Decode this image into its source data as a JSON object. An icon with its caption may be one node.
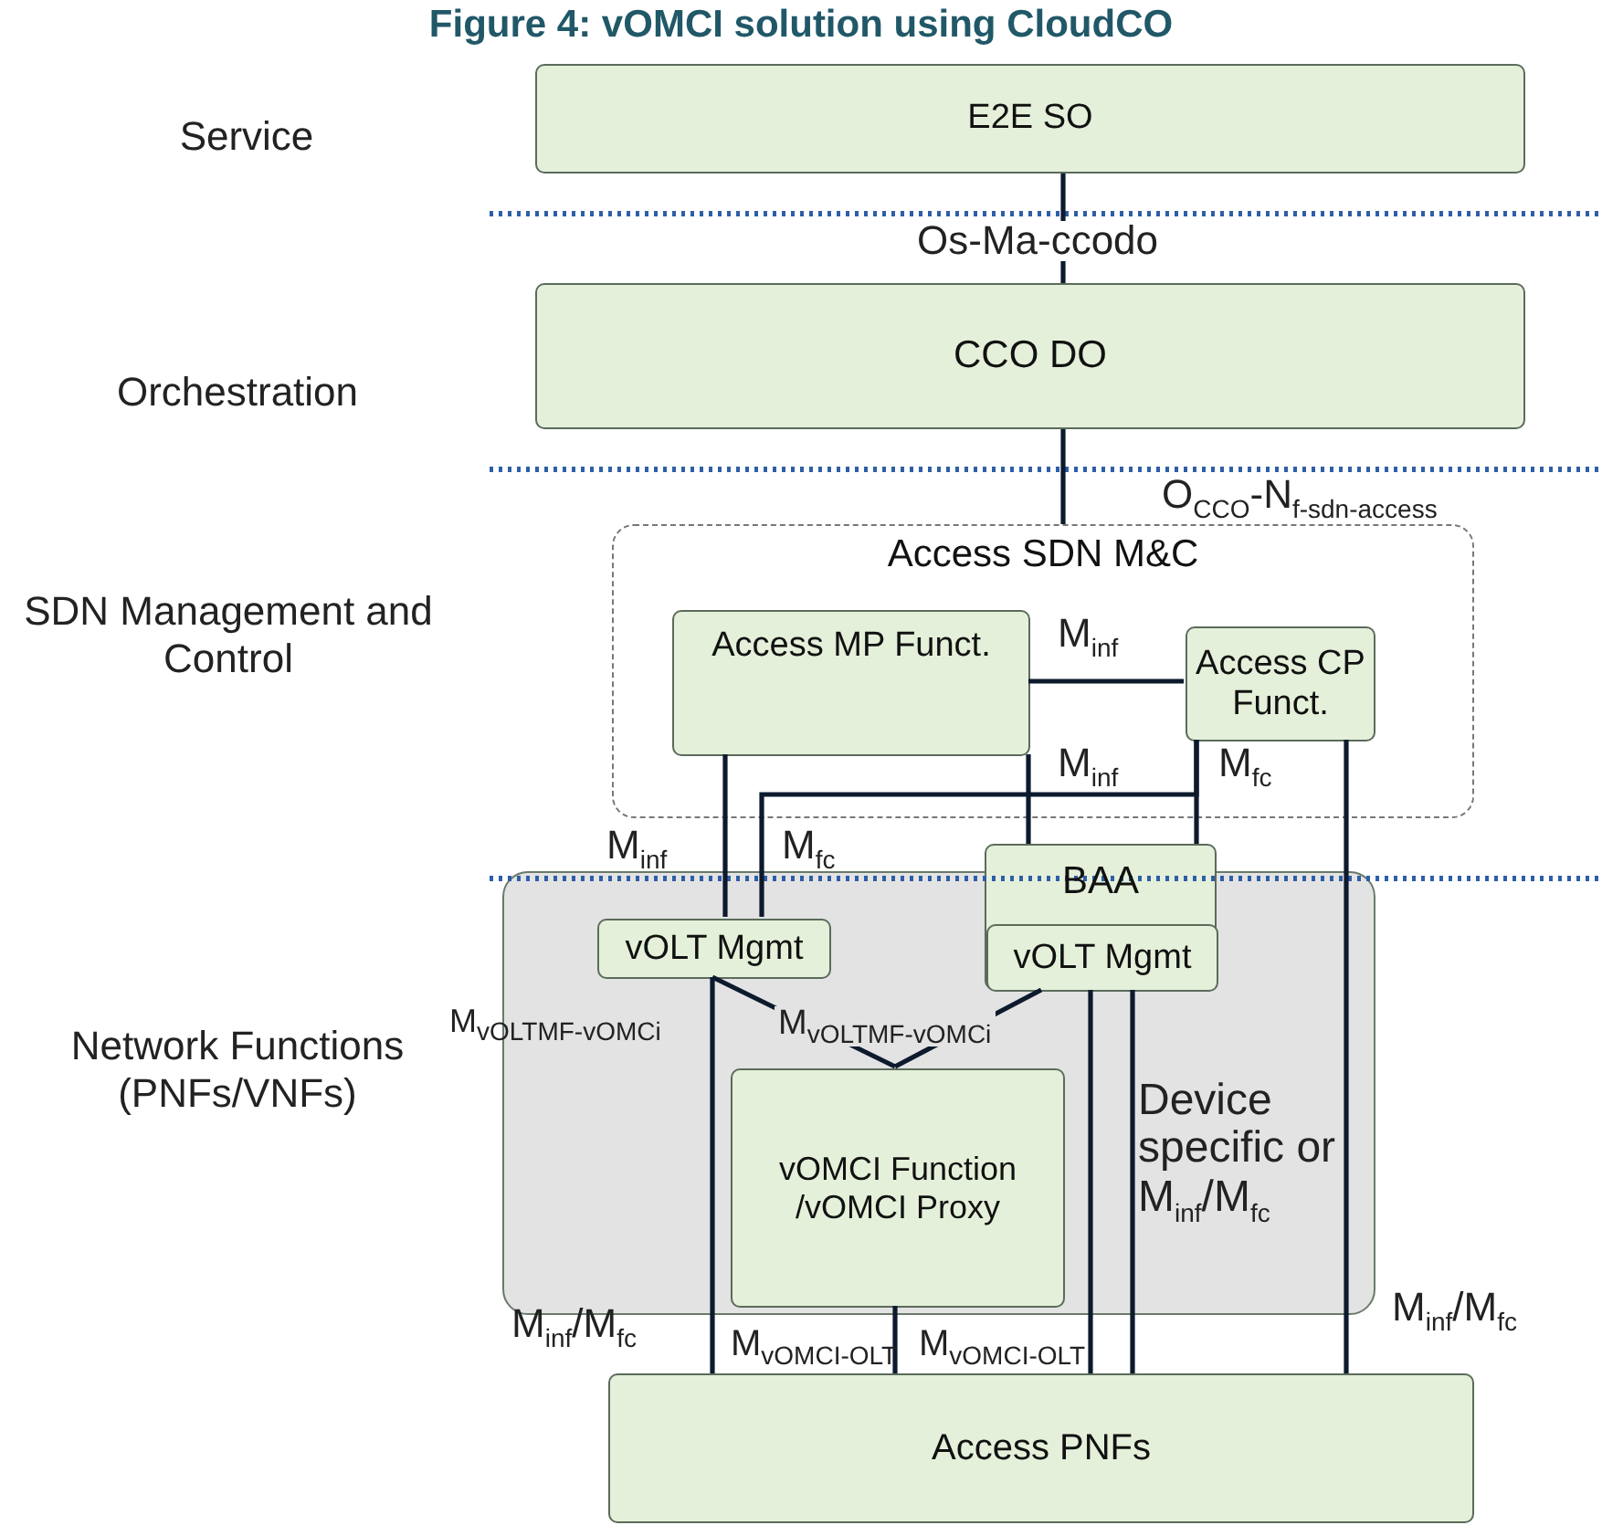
{
  "diagram": {
    "title": "Figure 4: vOMCI solution using CloudCO",
    "nodes": [
      {
        "text": [
          "E2E SO"
        ]
      },
      {
        "text": [
          "CCO DO"
        ]
      },
      {
        "text": [
          "Access SDN M&C"
        ]
      },
      {
        "text": [
          "Access MP Funct."
        ],
        "in": 2
      },
      {
        "text": [
          "Access CP Funct."
        ],
        "in": 2
      },
      {
        "text": [],
        "shape": "box"
      },
      {
        "text": [
          "BAA"
        ]
      },
      {
        "text": [
          "vOLT Mgmt"
        ],
        "in": 6
      },
      {
        "text": [
          "vOLT Mgmt"
        ],
        "in": 5
      },
      {
        "text": [
          "vOMCI Function /vOMCI Proxy"
        ],
        "in": 5
      },
      {
        "text": [
          "Access PNFs"
        ]
      }
    ],
    "edges": [
      {
        "from": 0,
        "to": 1,
        "arrow": "none",
        "label": "Os-Ma-ccodo"
      },
      {
        "from": 1,
        "to": 2,
        "arrow": "none",
        "label": "O$_{CCO}$-N$_{f-sdn-access}$"
      },
      {
        "from": 3,
        "to": 4,
        "arrow": "none",
        "label": "M$_{inf}$"
      },
      {
        "from": 3,
        "to": 8,
        "arrow": "none",
        "label": "M$_{inf}$"
      },
      {
        "from": 4,
        "to": 8,
        "arrow": "none",
        "label": "M$_{fc}$"
      },
      {
        "from": 3,
        "to": 6,
        "arrow": "none",
        "label": "M$_{inf}$"
      },
      {
        "from": 4,
        "to": 6,
        "arrow": "none",
        "label": "M$_{fc}$"
      },
      {
        "from": 4,
        "to": 10,
        "arrow": "none",
        "label": "M$_{inf}$/M$_{fc}$"
      },
      {
        "from": 8,
        "to": 9,
        "arrow": "none",
        "label": "M$_{vOLTMF-vOMCi}$"
      },
      {
        "from": 7,
        "to": 9,
        "arrow": "none",
        "label": "M$_{vOLTMF-vOMCi}$"
      },
      {
        "from": 8,
        "to": 10,
        "arrow": "none",
        "label": "M$_{inf}$/M$_{fc}$"
      },
      {
        "from": 9,
        "to": 10,
        "arrow": "none",
        "label": "M$_{vOMCI-OLT}$"
      },
      {
        "from": 7,
        "to": 10,
        "arrow": "none",
        "label": "M$_{vOMCI-OLT}$"
      },
      {
        "from": 7,
        "to": 10,
        "arrow": "none",
        "label": "Device specific or M$_{inf}$/M$_{fc}$"
      }
    ],
    "labels": [
      "Service",
      "Orchestration",
      "SDN Management and Control",
      "Network Functions (PNFs/VNFs)"
    ]
  }
}
